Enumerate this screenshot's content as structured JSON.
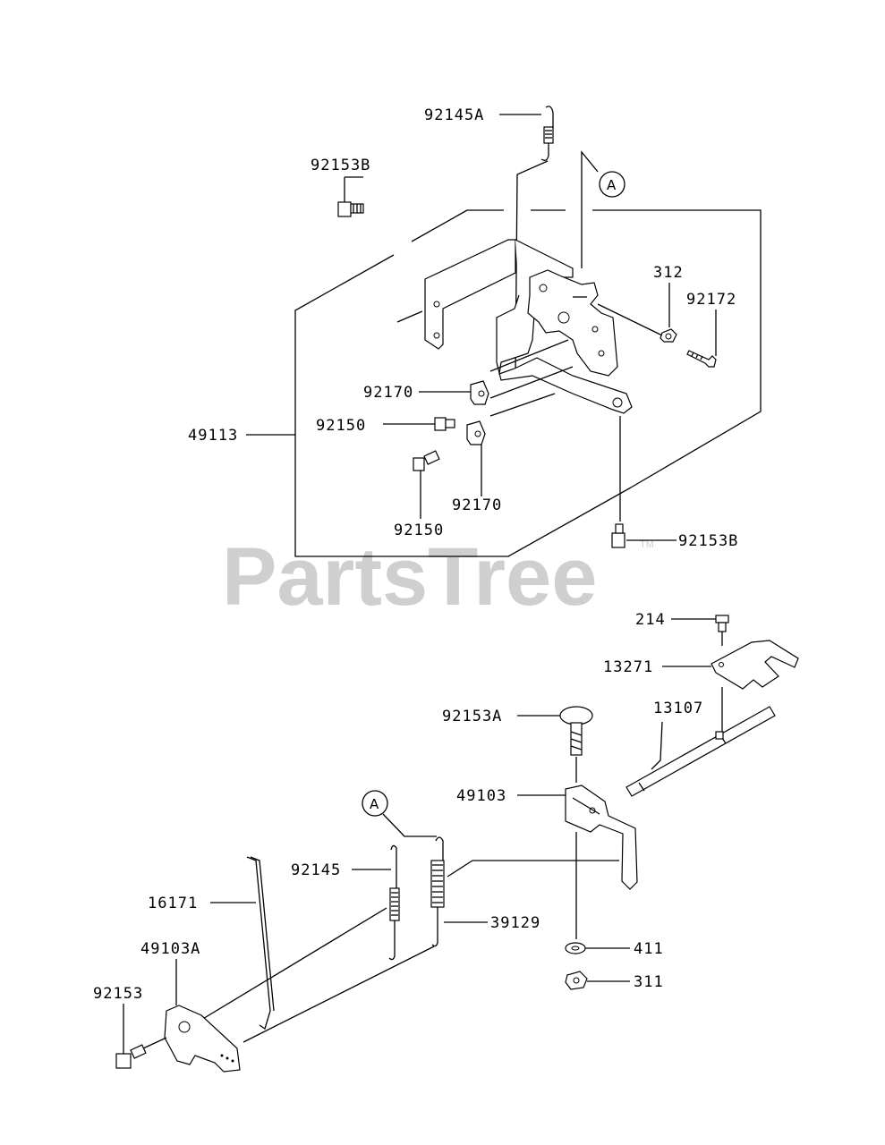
{
  "watermark": {
    "text": "PartsTree",
    "trademark": "TM"
  },
  "callouts": {
    "ref_a_top": "A",
    "ref_a_bottom": "A"
  },
  "labels": {
    "p92145A": "92145A",
    "p92153B_top": "92153B",
    "p312": "312",
    "p92172": "92172",
    "p92170_a": "92170",
    "p92150_a": "92150",
    "p49113": "49113",
    "p92170_b": "92170",
    "p92150_b": "92150",
    "p92153B_bottom": "92153B",
    "p214": "214",
    "p13271": "13271",
    "p92153A": "92153A",
    "p13107": "13107",
    "p49103": "49103",
    "p92145": "92145",
    "p16171": "16171",
    "p39129": "39129",
    "p49103A": "49103A",
    "p411": "411",
    "p92153": "92153",
    "p311": "311"
  }
}
